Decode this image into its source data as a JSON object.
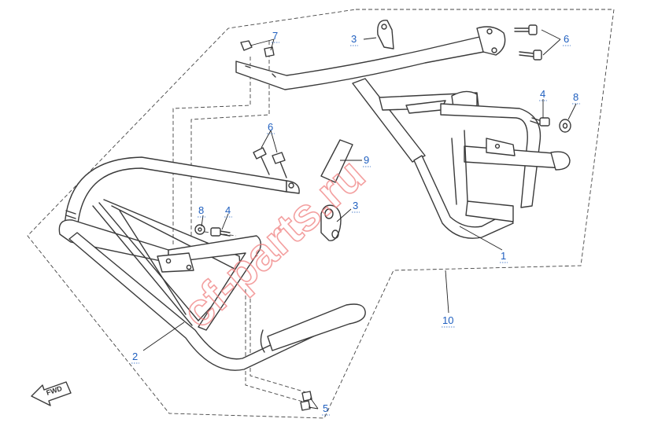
{
  "diagram": {
    "callouts": [
      {
        "id": "c1",
        "label": "1"
      },
      {
        "id": "c2",
        "label": "2"
      },
      {
        "id": "c3a",
        "label": "3"
      },
      {
        "id": "c3b",
        "label": "3"
      },
      {
        "id": "c4a",
        "label": "4"
      },
      {
        "id": "c4b",
        "label": "4"
      },
      {
        "id": "c5",
        "label": "5"
      },
      {
        "id": "c6a",
        "label": "6"
      },
      {
        "id": "c6b",
        "label": "6"
      },
      {
        "id": "c7",
        "label": "7"
      },
      {
        "id": "c8a",
        "label": "8"
      },
      {
        "id": "c8b",
        "label": "8"
      },
      {
        "id": "c9",
        "label": "9"
      },
      {
        "id": "c10",
        "label": "10"
      }
    ],
    "watermark": "cf-parts.ru",
    "direction_marker": "FWD"
  },
  "colors": {
    "line": "#3a3a3a",
    "callout": "#1f5fbf",
    "watermark": "#f08080"
  }
}
